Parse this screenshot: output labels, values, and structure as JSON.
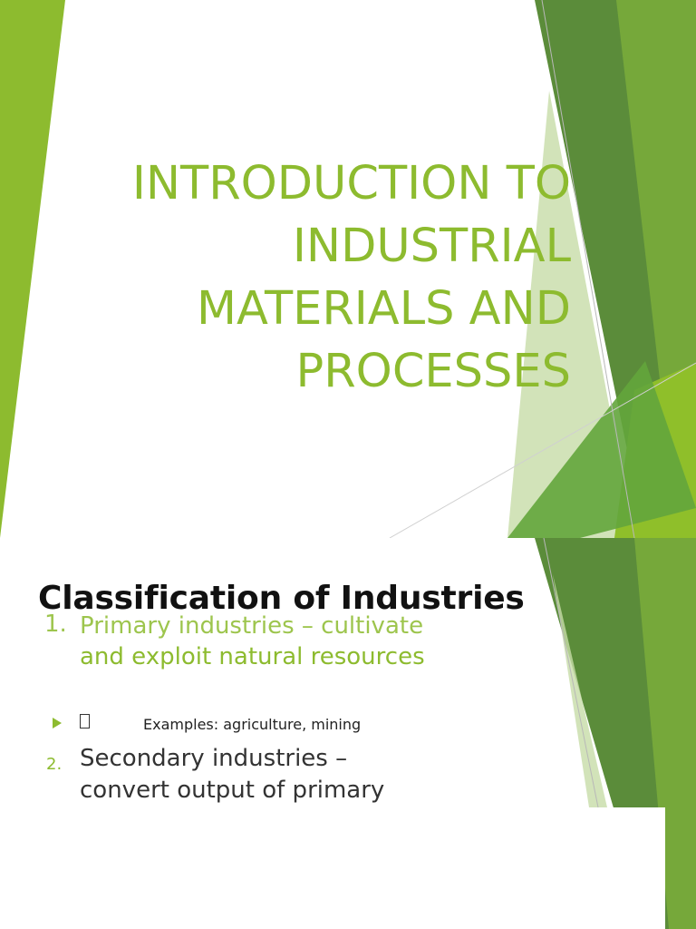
{
  "slide1": {
    "title_lines": [
      "INTRODUCTION TO",
      "INDUSTRIAL",
      "MATERIALS AND",
      "PROCESSES"
    ]
  },
  "slide2": {
    "title": "Classification of Industries",
    "item1": {
      "number": "1.",
      "lines": [
        "Primary industries – cultivate",
        "and exploit  natural resources"
      ]
    },
    "sub_bullet": {
      "icon": "missing-glyph-box-icon",
      "text": "Examples: agriculture, mining"
    },
    "item2": {
      "number": "2.",
      "lines": [
        "Secondary industries –",
        "convert output of  primary"
      ]
    }
  },
  "colors": {
    "accent_green": "#8dbb2f",
    "dark_green": "#4e8a2c",
    "title_text": "#111111",
    "body_text": "#333333"
  }
}
